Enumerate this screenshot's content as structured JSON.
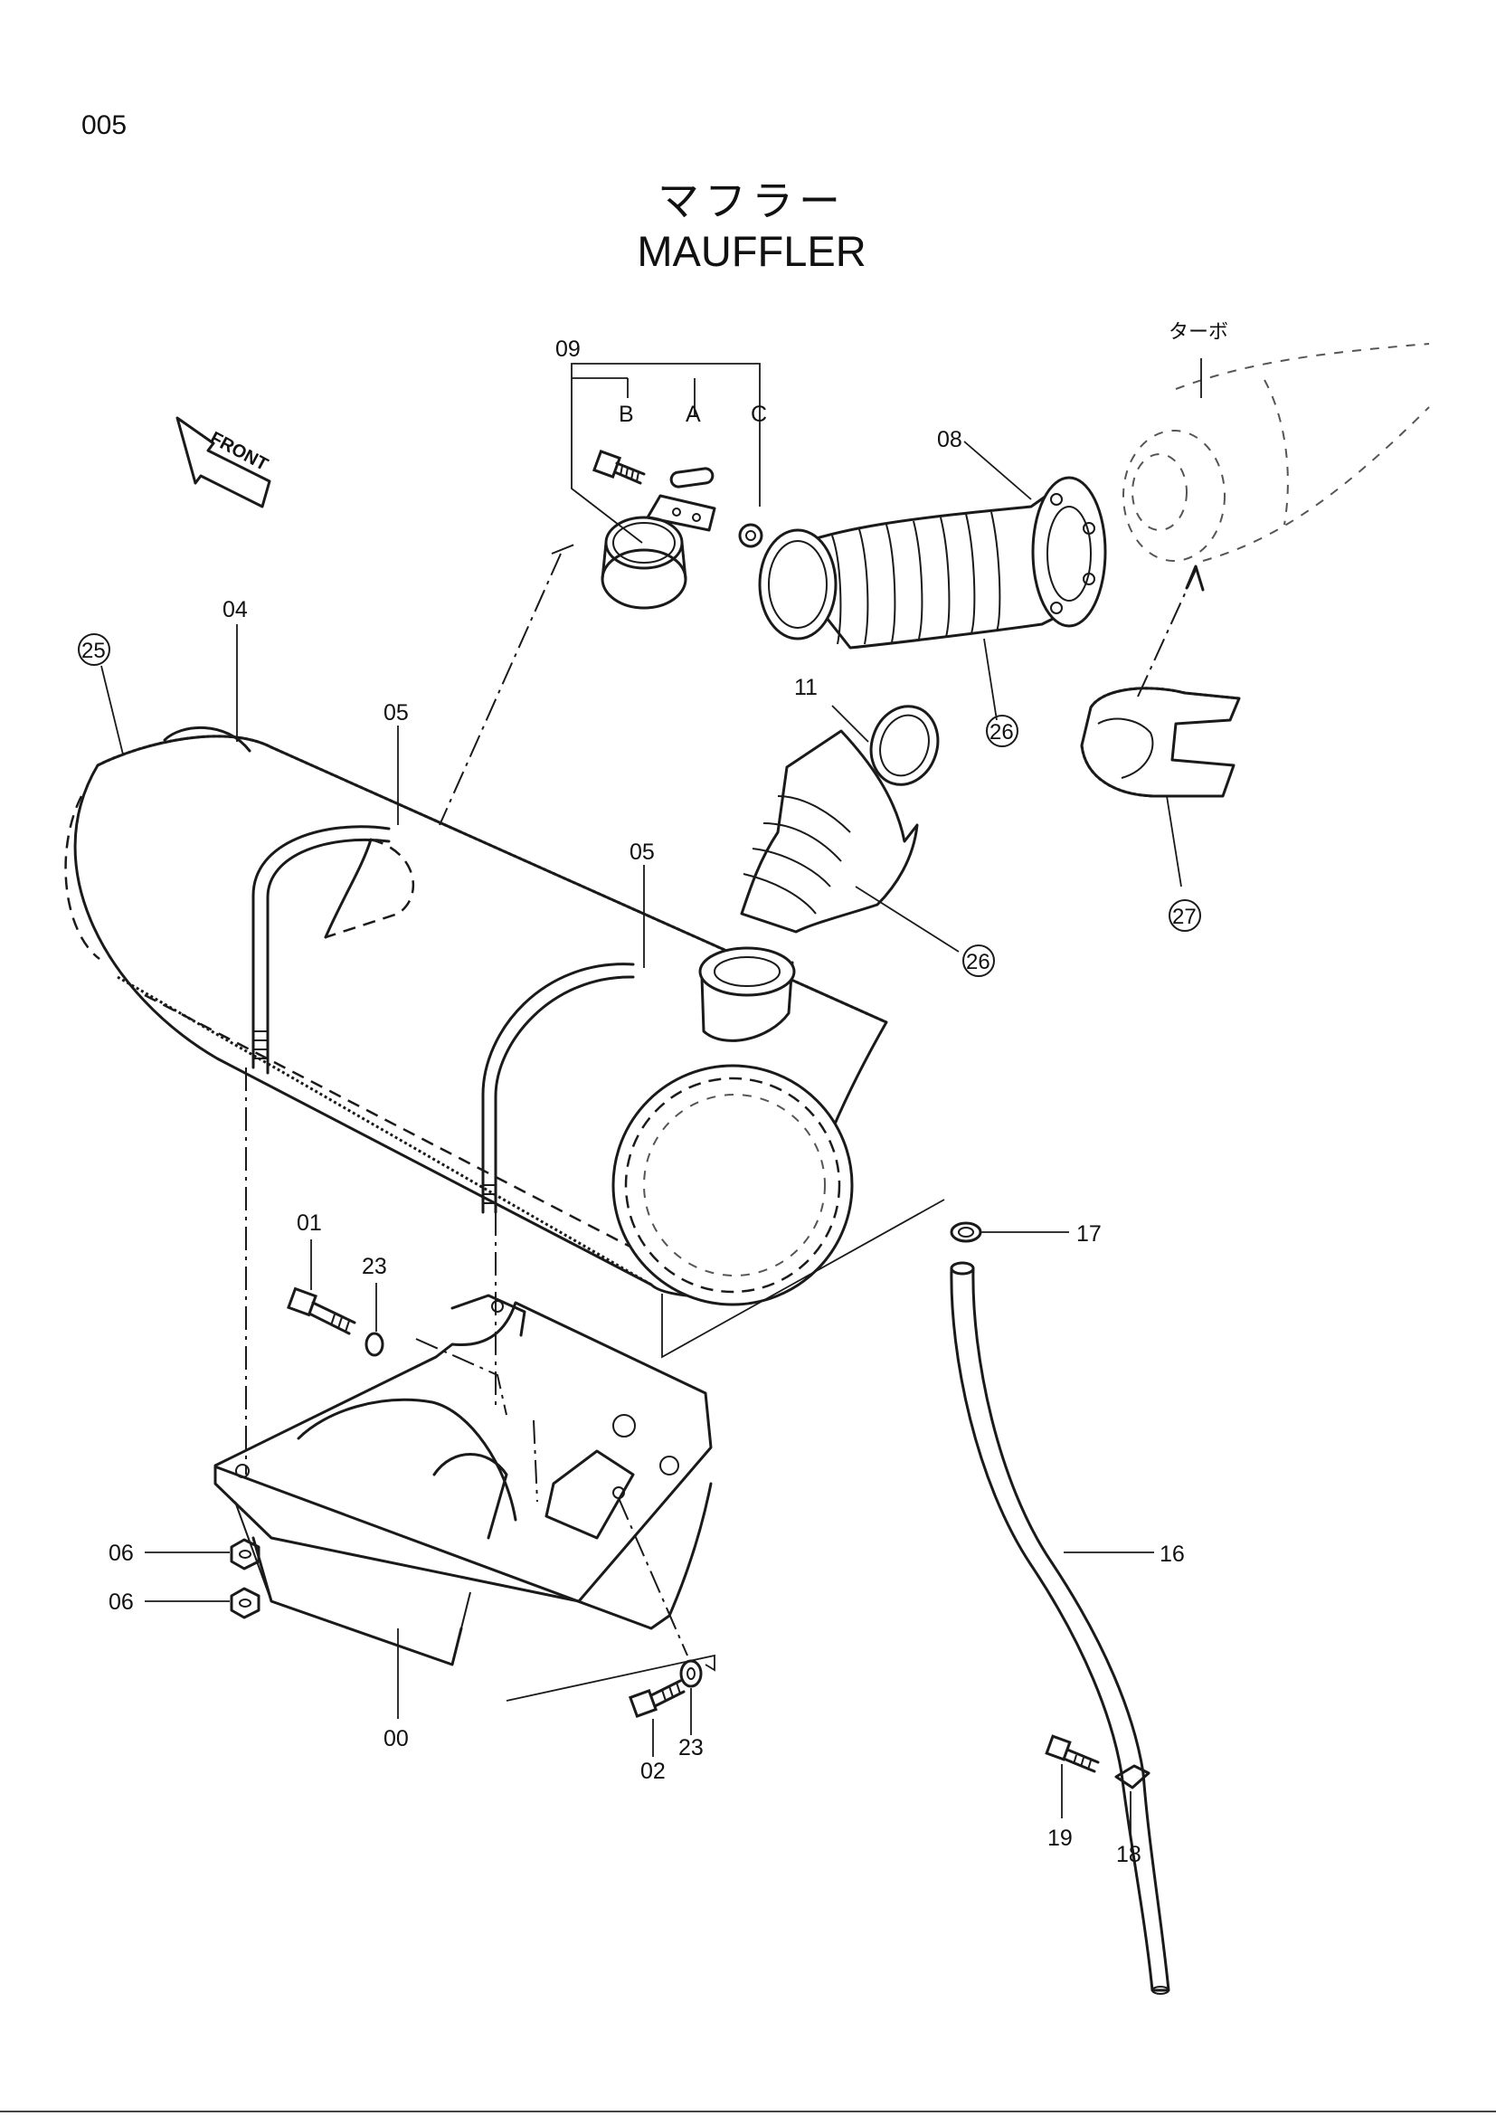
{
  "page": {
    "number": "005",
    "title_jp": "マフラー",
    "title_en": "MAUFFLER"
  },
  "front_arrow": {
    "label": "FRONT"
  },
  "annotations": {
    "turbo": "ターボ",
    "sub_a": "A",
    "sub_b": "B",
    "sub_c": "C"
  },
  "callouts": {
    "p00": "00",
    "p01": "01",
    "p02": "02",
    "p04": "04",
    "p05_left": "05",
    "p05_right": "05",
    "p06_upper": "06",
    "p06_lower": "06",
    "p08": "08",
    "p09": "09",
    "p11": "11",
    "p16": "16",
    "p17": "17",
    "p18": "18",
    "p19": "19",
    "p23_upper": "23",
    "p23_lower": "23",
    "p25": "25",
    "p26_upper": "26",
    "p26_lower": "26",
    "p27": "27"
  }
}
